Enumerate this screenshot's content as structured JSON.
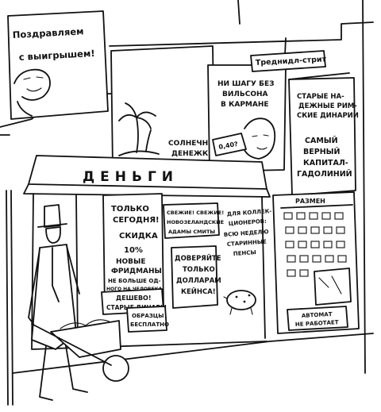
{
  "poster_congrats": {
    "line1": "Поздравляем",
    "line2": "с выигрышем!"
  },
  "street_sign": "Треднидл-стрит",
  "poster_sunny": {
    "line1": "СОЛНЕЧНЫЕ",
    "line2": "ДЕНЕЖКИ"
  },
  "poster_wilson": {
    "line1": "НИ ШАГУ БЕЗ",
    "line2": "ВИЛЬСОНА",
    "line3": "В КАРМАНЕ",
    "tag": "0,40?"
  },
  "poster_dinars": {
    "line1": "СТАРЫЕ НА-",
    "line2": "ДЕЖНЫЕ РИМ-",
    "line3": "СКИЕ ДИНАРИИ",
    "line4": "САМЫЙ",
    "line5": "ВЕРНЫЙ",
    "line6": "КАПИТАЛ-",
    "line7": "ГАДОЛИНИЙ"
  },
  "shop_sign": "ДЕНЬГИ",
  "poster_today": {
    "line1": "ТОЛЬКО",
    "line2": "СЕГОДНЯ!",
    "line3": "СКИДКА",
    "line4": "10%",
    "line5": "НОВЫЕ",
    "line6": "ФРИДМАНЫ",
    "line7": "НЕ БОЛЬШЕ ОД-",
    "line8": "НОГО НА ЧЕЛОВЕКА"
  },
  "poster_cheap": {
    "line1": "ДЕШЕВО!",
    "line2": "СТАРЫЕ ДИНАРЫ"
  },
  "poster_samples": {
    "line1": "ОБРАЗЦЫ",
    "line2": "БЕСПЛАТНО"
  },
  "poster_nz": {
    "line1": "СВЕЖИЕ! СВЕЖИЕ!",
    "line2": "НОВОЗЕЛАНДСКИЕ",
    "line3": "АДАМЫ СМИТЫ"
  },
  "poster_keynes": {
    "line1": "ДОВЕРЯЙТЕ",
    "line2": "ТОЛЬКО",
    "line3": "ДОЛЛАРАМ",
    "line4": "КЕЙНСА!"
  },
  "poster_collectors": {
    "line1": "ДЛЯ КОЛЛЕК-",
    "line2": "ЦИОНЕРОВ:",
    "line3": "ВСЮ НЕДЕЛЮ",
    "line4": "СТАРИННЫЕ",
    "line5": "ПЕНСЫ"
  },
  "exchange_sign": "РАЗМЕН",
  "machine_note": {
    "line1": "АВТОМАТ",
    "line2": "НЕ РАБОТАЕТ"
  },
  "colors": {
    "ink": "#111111",
    "paper": "#ffffff"
  }
}
